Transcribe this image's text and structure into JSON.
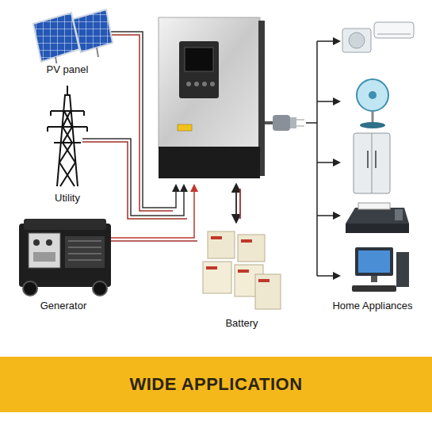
{
  "diagram": {
    "caption": "WIDE APPLICATION",
    "nodes": [
      {
        "text": [
          "PV panel"
        ]
      },
      {
        "text": [
          "Utility"
        ]
      },
      {
        "text": [
          "Generator"
        ]
      },
      {
        "text": [
          "Battery"
        ]
      },
      {
        "text": [
          "Home Appliances"
        ]
      }
    ]
  }
}
